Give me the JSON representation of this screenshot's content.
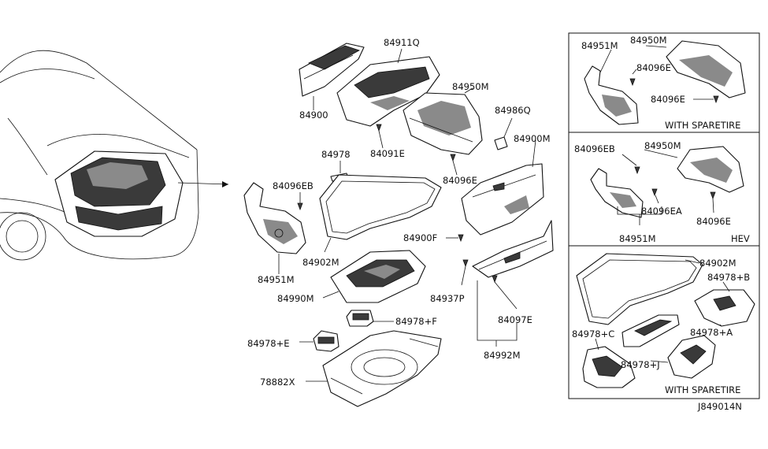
{
  "diagram_id": "J849014N",
  "parts": {
    "p84911q": "84911Q",
    "p84900": "84900",
    "p84091e": "84091E",
    "p84950m": "84950M",
    "p84986q": "84986Q",
    "p84900m": "84900M",
    "p84096e": "84096E",
    "p84978": "84978",
    "p84096eb": "84096EB",
    "p84902m": "84902M",
    "p84900f": "84900F",
    "p84951m": "84951M",
    "p84990m": "84990M",
    "p84937p": "84937P",
    "p84097e": "84097E",
    "p84978f": "84978+F",
    "p84978e": "84978+E",
    "p84992m": "84992M",
    "p78882x": "78882X"
  },
  "panels": {
    "top": {
      "caption": "WITH SPARETIRE",
      "p84951m": "84951M",
      "p84950m": "84950M",
      "p84096e_a": "84096E",
      "p84096e_b": "84096E"
    },
    "mid": {
      "caption": "HEV",
      "p84096eb": "84096EB",
      "p84950m": "84950M",
      "p84096ea": "84096EA",
      "p84096e": "84096E",
      "p84951m": "84951M"
    },
    "bottom": {
      "caption": "WITH SPARETIRE",
      "p84902m": "84902M",
      "p84978b": "84978+B",
      "p84978a": "84978+A",
      "p84978c": "84978+C",
      "p84978j": "84978+J"
    }
  }
}
